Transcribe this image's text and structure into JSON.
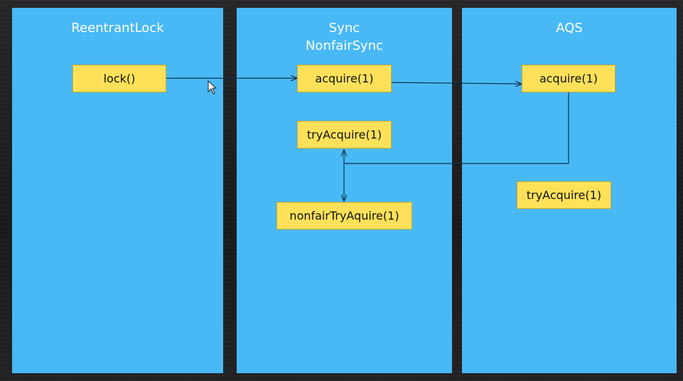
{
  "columns": [
    {
      "id": "reentrantlock",
      "title_lines": [
        "ReentrantLock"
      ]
    },
    {
      "id": "sync",
      "title_lines": [
        "Sync",
        "NonfairSync"
      ]
    },
    {
      "id": "aqs",
      "title_lines": [
        "AQS"
      ]
    }
  ],
  "methods": {
    "lock": "lock()",
    "sync_acquire": "acquire(1)",
    "sync_try_acquire": "tryAcquire(1)",
    "nonfair_try_acquire": "nonfairTryAquire(1)",
    "aqs_acquire": "acquire(1)",
    "aqs_try_acquire": "tryAcquire(1)"
  },
  "colors": {
    "column": "#49b9f6",
    "method_box": "#ffe159",
    "connector": "#0d2f4a",
    "title_text": "#ffffff"
  },
  "icons": {
    "cursor": "mouse-pointer-icon"
  }
}
